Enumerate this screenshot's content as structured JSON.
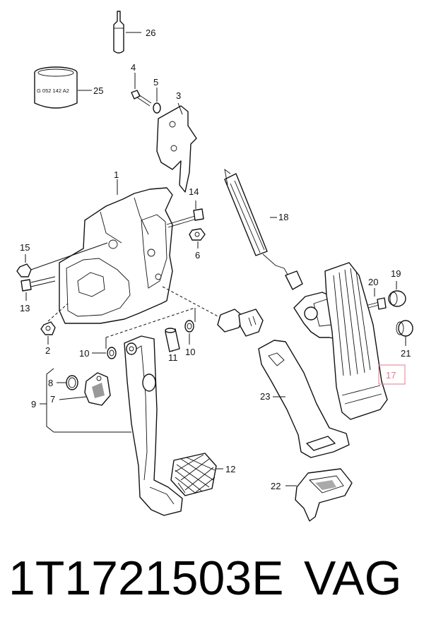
{
  "callouts": [
    {
      "id": "26",
      "text": "26"
    },
    {
      "id": "25",
      "text": "25"
    },
    {
      "id": "4",
      "text": "4"
    },
    {
      "id": "5",
      "text": "5"
    },
    {
      "id": "3",
      "text": "3"
    },
    {
      "id": "1",
      "text": "1"
    },
    {
      "id": "14",
      "text": "14"
    },
    {
      "id": "18",
      "text": "18"
    },
    {
      "id": "15",
      "text": "15"
    },
    {
      "id": "6",
      "text": "6"
    },
    {
      "id": "13",
      "text": "13"
    },
    {
      "id": "19",
      "text": "19"
    },
    {
      "id": "20",
      "text": "20"
    },
    {
      "id": "2",
      "text": "2"
    },
    {
      "id": "21",
      "text": "21"
    },
    {
      "id": "10a",
      "text": "10"
    },
    {
      "id": "11",
      "text": "11"
    },
    {
      "id": "10b",
      "text": "10"
    },
    {
      "id": "17",
      "text": "17"
    },
    {
      "id": "8",
      "text": "8"
    },
    {
      "id": "23",
      "text": "23"
    },
    {
      "id": "9",
      "text": "9"
    },
    {
      "id": "7",
      "text": "7"
    },
    {
      "id": "12",
      "text": "12"
    },
    {
      "id": "22",
      "text": "22"
    }
  ],
  "sealant_label": "G 052 142 A2",
  "part_number": "1T1721503E",
  "manufacturer": "VAG",
  "highlight_color": "#e57b8a"
}
